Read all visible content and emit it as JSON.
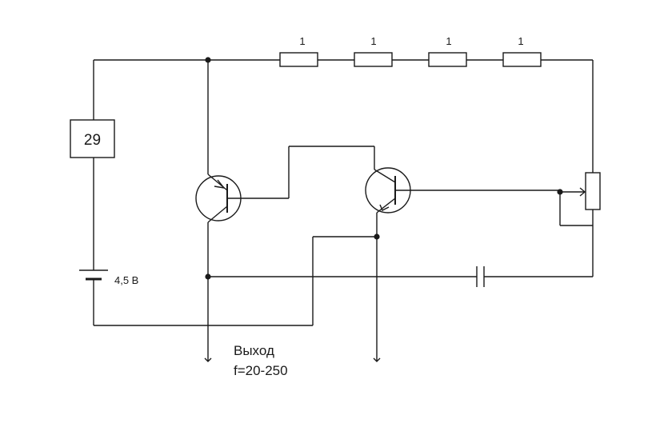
{
  "resistors": [
    {
      "label": "1"
    },
    {
      "label": "1"
    },
    {
      "label": "1"
    },
    {
      "label": "1"
    }
  ],
  "block_label": "29",
  "battery_label": "4,5 В",
  "output_label": "Выход",
  "frequency_label": "f=20-250"
}
